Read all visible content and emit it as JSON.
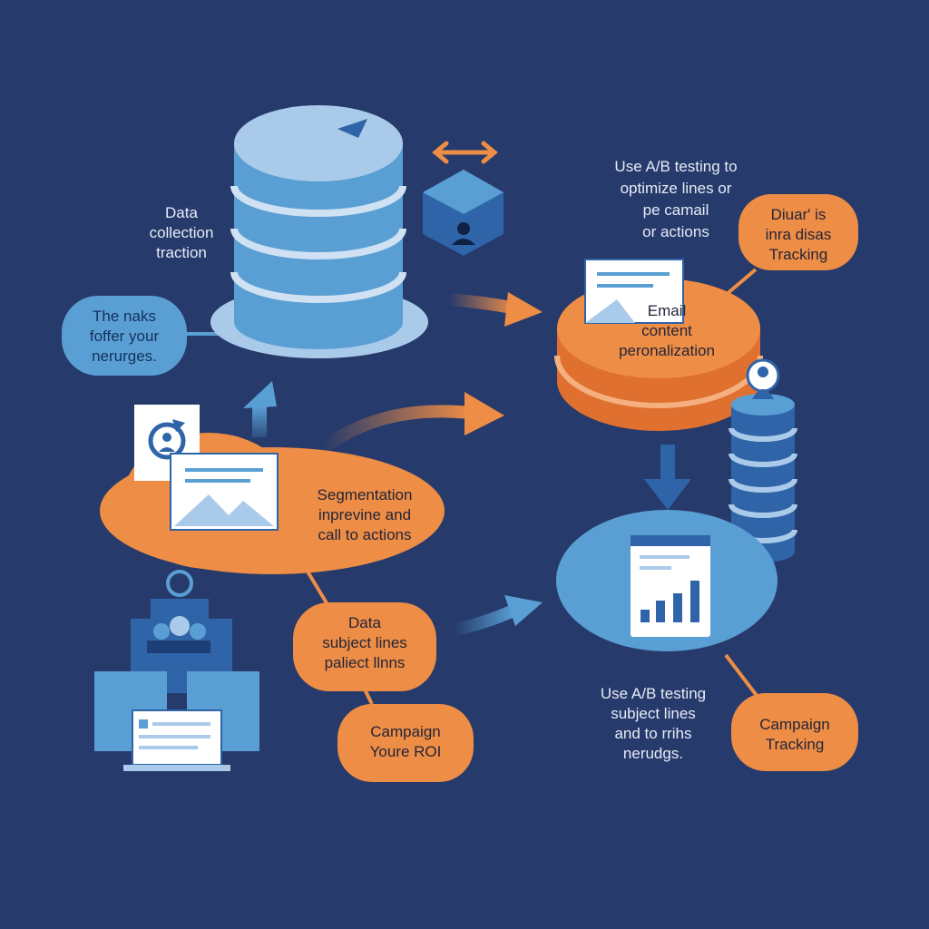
{
  "colors": {
    "background": "#263a6b",
    "blue": "#5a9fd4",
    "light_blue": "#a9cbe9",
    "dark_blue": "#2f64a8",
    "orange": "#ee8d45",
    "orange_dark": "#e07030",
    "text_dark": "#23253a",
    "text_light": "#e6ecf7"
  },
  "labels": {
    "data_collection": [
      "Data",
      "collection",
      "traction"
    ],
    "left_bubble": [
      "The naks",
      "foffer your",
      "nerurges."
    ],
    "ab_top": [
      "Use A/B testing to",
      "optimize lines or",
      "pe camail",
      "or actions"
    ],
    "top_right_bubble": [
      "Diuar' is",
      "inra disas",
      "Tracking"
    ],
    "email_content": [
      "Email",
      "content",
      "peronalization"
    ],
    "segmentation": [
      "Segmentation",
      "inprevine and",
      "call to actions"
    ],
    "data_subject": [
      "Data",
      "subject lines",
      "paliect llnns"
    ],
    "campaign_roi": [
      "Campaign",
      "Youre ROI"
    ],
    "ab_bottom": [
      "Use A/B testing",
      "subject lines",
      "and to rrihs",
      "nerudgs."
    ],
    "campaign_tracking": [
      "Campaign",
      "Tracking"
    ]
  }
}
